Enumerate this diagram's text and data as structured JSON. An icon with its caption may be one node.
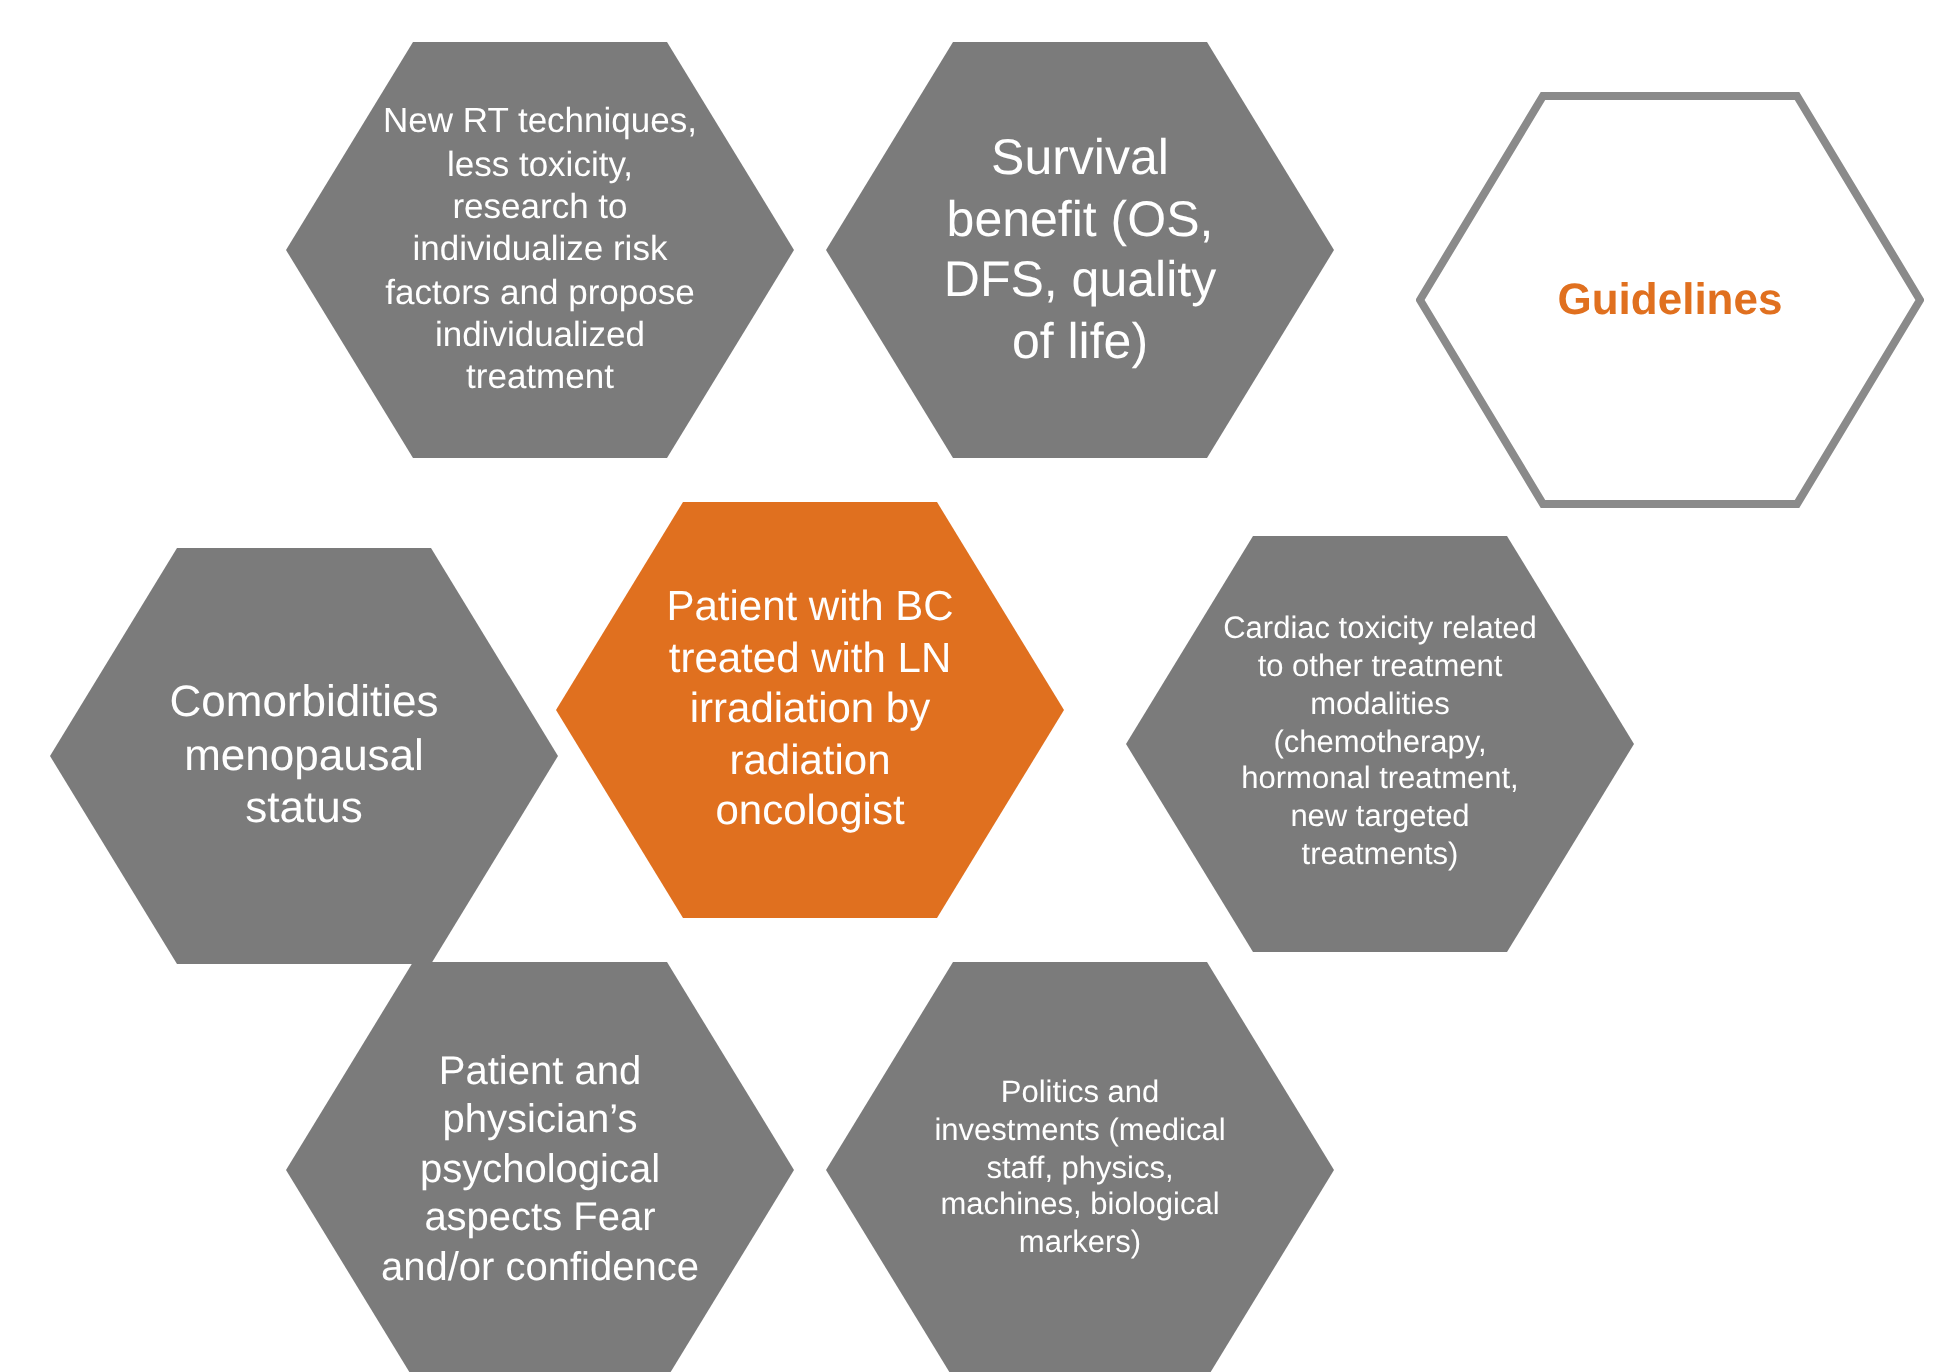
{
  "diagram": {
    "nodes": [
      {
        "text": [
          "New RT techniques, less toxicity, research to individualize risk factors and propose individualized treatment"
        ]
      },
      {
        "text": [
          "Survival benefit (OS, DFS, quality of life)"
        ]
      },
      {
        "text": [
          "Guidelines"
        ]
      },
      {
        "text": [
          "Comorbidities menopausal status"
        ]
      },
      {
        "text": [
          "Patient with BC treated with LN irradiation by radiation oncologist"
        ]
      },
      {
        "text": [
          "Cardiac toxicity related to other treatment modalities (chemotherapy, hormonal treatment, new targeted treatments)"
        ]
      },
      {
        "text": [
          "Patient and physician’s psychological aspects Fear and/or confidence"
        ]
      },
      {
        "text": [
          "Politics and investments (medical staff, physics, machines, biological markers)"
        ]
      }
    ],
    "edges": []
  }
}
